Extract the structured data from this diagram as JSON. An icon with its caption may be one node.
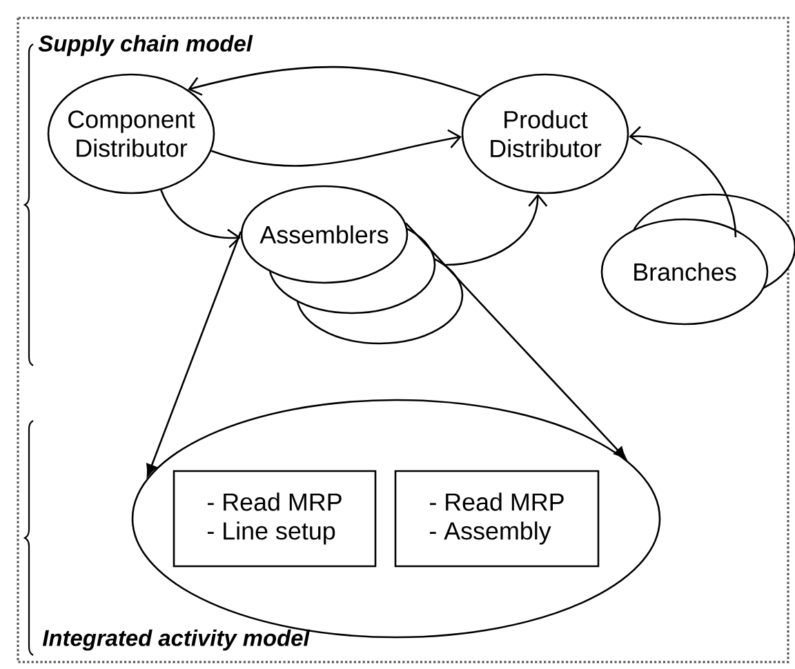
{
  "diagram": {
    "nodes": [
      {
        "text": [
          "Component Distributor"
        ]
      },
      {
        "text": [
          "Product Distributor"
        ]
      },
      {
        "text": [
          "Assemblers"
        ]
      },
      {
        "text": [
          "Branches"
        ]
      },
      {
        "text": [],
        "shape": "circle"
      },
      {
        "text": [
          "- Read MRP",
          "- Line setup"
        ],
        "in": 4
      },
      {
        "text": [
          "- Read MRP",
          "- Assembly"
        ],
        "in": 4
      }
    ],
    "edges": [
      {
        "from": 1,
        "to": 0,
        "arrow": "to"
      },
      {
        "from": 0,
        "to": 1,
        "arrow": "to"
      },
      {
        "from": 0,
        "to": 2,
        "arrow": "to"
      },
      {
        "from": 2,
        "to": 1,
        "arrow": "to"
      },
      {
        "from": 3,
        "to": 1,
        "arrow": "to"
      },
      {
        "from": 2,
        "to": 4,
        "arrow": "to"
      },
      {
        "from": 2,
        "to": 4,
        "arrow": "to"
      }
    ],
    "labels": [
      "Supply chain model",
      "Integrated activity model"
    ]
  }
}
